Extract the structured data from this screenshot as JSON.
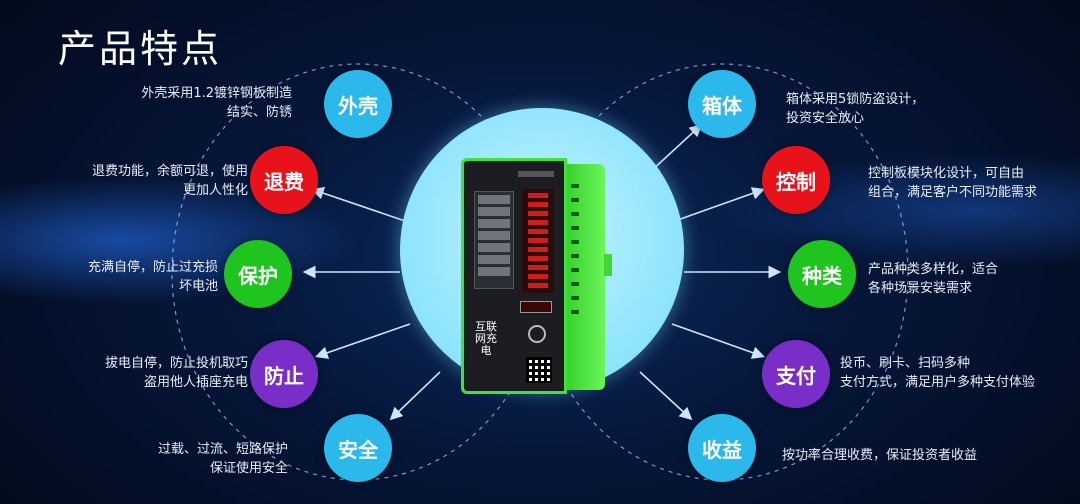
{
  "title": "产品特点",
  "features_left": [
    {
      "label": "外壳",
      "color": "#2bb8ea",
      "desc1": "外壳采用1.2镀锌钢板制造",
      "desc2": "结实、防锈"
    },
    {
      "label": "退费",
      "color": "#e8121a",
      "desc1": "退费功能，余额可退，使用",
      "desc2": "更加人性化"
    },
    {
      "label": "保护",
      "color": "#1fc41f",
      "desc1": "充满自停，防止过充损",
      "desc2": "坏电池"
    },
    {
      "label": "防止",
      "color": "#7a2ec8",
      "desc1": "拔电自停，防止投机取巧",
      "desc2": "盗用他人插座充电"
    },
    {
      "label": "安全",
      "color": "#2bb8ea",
      "desc1": "过载、过流、短路保护",
      "desc2": "保证使用安全"
    }
  ],
  "features_right": [
    {
      "label": "箱体",
      "color": "#2bb8ea",
      "desc1": "箱体采用5锁防盗设计，",
      "desc2": "投资安全放心"
    },
    {
      "label": "控制",
      "color": "#e8121a",
      "desc1": "控制板模块化设计，可自由",
      "desc2": "组合，满足客户不同功能需求"
    },
    {
      "label": "种类",
      "color": "#1fc41f",
      "desc1": "产品种类多样化，适合",
      "desc2": "各种场景安装需求"
    },
    {
      "label": "支付",
      "color": "#7a2ec8",
      "desc1": "投币、刷卡、扫码多种",
      "desc2": "支付方式，满足用户多种支付体验"
    },
    {
      "label": "收益",
      "color": "#2bb8ea",
      "desc1": "按功率合理收费，保证投资者收益",
      "desc2": ""
    }
  ],
  "device": {
    "brand": "互联网充电"
  }
}
